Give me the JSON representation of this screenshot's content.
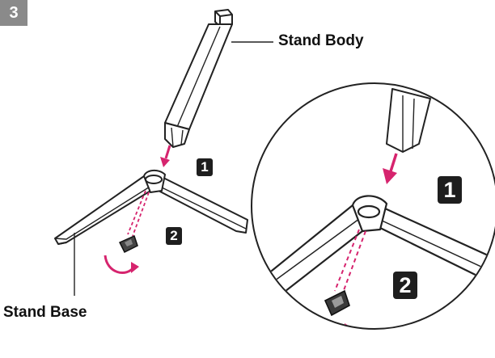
{
  "step": {
    "number": "3"
  },
  "labels": {
    "stand_body": "Stand Body",
    "stand_base": "Stand Base"
  },
  "badges": {
    "one": "1",
    "two": "2"
  },
  "colors": {
    "arrow": "#d6246e",
    "line": "#222222",
    "badge_bg": "#1e1e1e",
    "step_bg": "#8a8a8a"
  }
}
